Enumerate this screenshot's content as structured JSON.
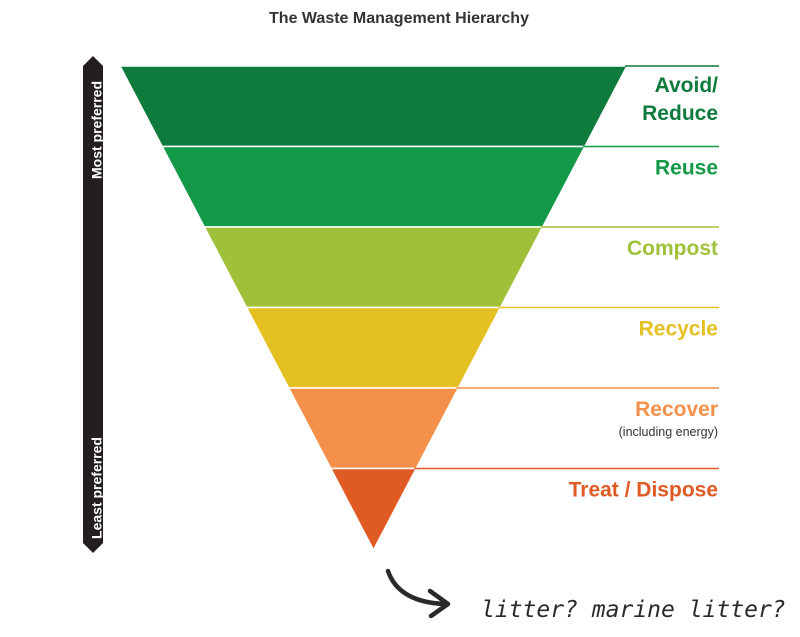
{
  "title": "The Waste Management Hierarchy",
  "axis": {
    "top_label": "Most preferred",
    "bottom_label": "Least preferred",
    "color": "#231f20"
  },
  "tiers": [
    {
      "label_lines": [
        "Avoid/",
        "Reduce"
      ],
      "sublabel": "",
      "color": "#0e7a3c"
    },
    {
      "label_lines": [
        "Reuse"
      ],
      "sublabel": "",
      "color": "#139a48"
    },
    {
      "label_lines": [
        "Compost"
      ],
      "sublabel": "",
      "color": "#9fc13a"
    },
    {
      "label_lines": [
        "Recycle"
      ],
      "sublabel": "",
      "color": "#e5c022"
    },
    {
      "label_lines": [
        "Recover"
      ],
      "sublabel": "(including energy)",
      "color": "#f4904a"
    },
    {
      "label_lines": [
        "Treat / Dispose"
      ],
      "sublabel": "",
      "color": "#e05a24"
    }
  ],
  "annotation": {
    "text": "litter? marine litter?",
    "icon": "curved-arrow-icon"
  }
}
